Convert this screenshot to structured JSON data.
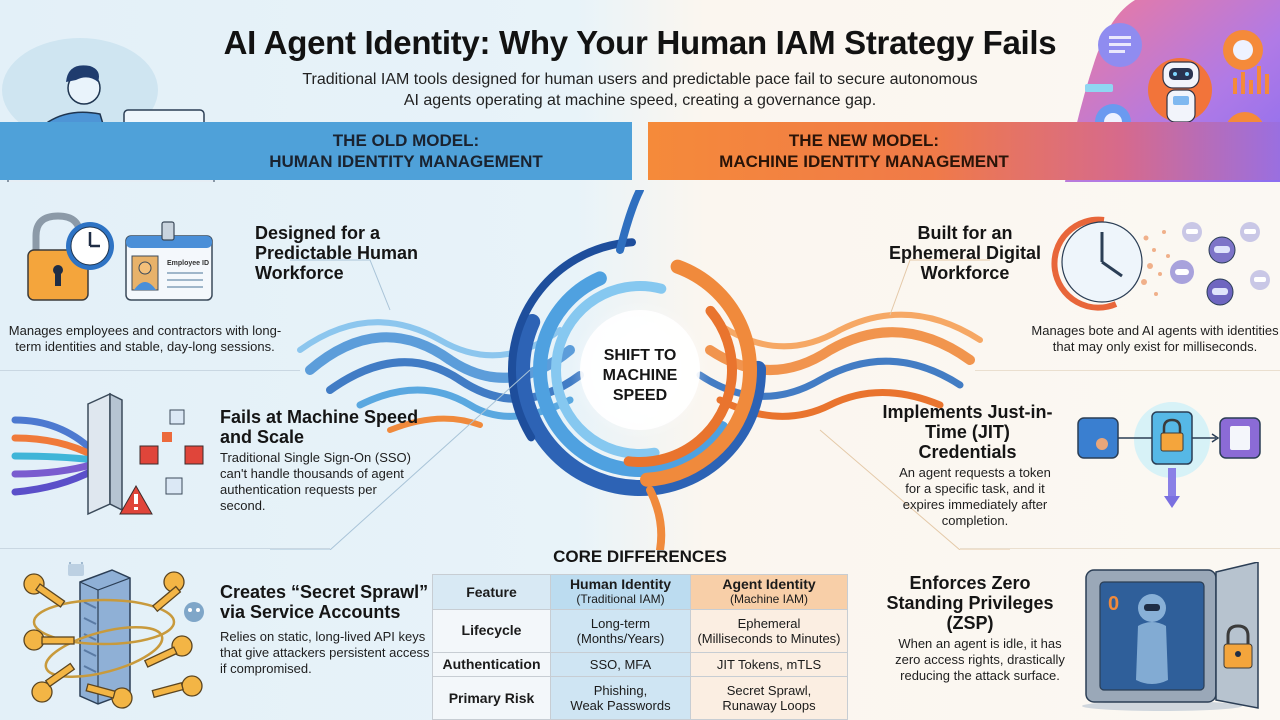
{
  "header": {
    "title": "AI Agent Identity: Why Your Human IAM Strategy Fails",
    "subtitle_line1": "Traditional IAM tools designed for human users and predictable pace fail to secure autonomous",
    "subtitle_line2": "AI agents operating at machine speed, creating a governance gap."
  },
  "banners": {
    "old": {
      "line1": "THE OLD MODEL:",
      "line2": "HUMAN IDENTITY MANAGEMENT",
      "color": "#4fa1d9"
    },
    "new": {
      "line1": "THE NEW MODEL:",
      "line2": "MACHINE IDENTITY MANAGEMENT",
      "color": "#f58a3a"
    }
  },
  "old_model": [
    {
      "icon": "padlock-clock-id-badge",
      "badge_label": "Employee ID",
      "heading": "Designed for a Predictable Human Workforce",
      "description": "Manages employees and contractors with long-term identities and stable, day-long sessions."
    },
    {
      "icon": "overloaded-gateway-warning",
      "heading": "Fails at Machine Speed and Scale",
      "description": "Traditional Single Sign-On (SSO) can't handle thousands of agent authentication requests per second."
    },
    {
      "icon": "server-tangled-keys",
      "heading": "Creates “Secret Sprawl” via Service Accounts",
      "description": "Relies on static, long-lived API keys that give attackers persistent access if compromised."
    }
  ],
  "new_model": [
    {
      "icon": "dissolving-clock-robots",
      "heading": "Built for an Ephemeral Digital Workforce",
      "description": "Manages bote and AI agents with identities that may only exist for milliseconds."
    },
    {
      "icon": "jit-token-flow",
      "heading": "Implements Just-in-Time (JIT) Credentials",
      "description": "An agent requests a token for a specific task, and it expires immediately after completion."
    },
    {
      "icon": "vault-robot-lock",
      "vault_digit": "0",
      "heading": "Enforces Zero Standing Privileges (ZSP)",
      "description": "When an agent is idle, it has zero access rights, drastically reducing the attack surface."
    }
  ],
  "center": {
    "label_line1": "SHIFT TO",
    "label_line2": "MACHINE",
    "label_line3": "SPEED"
  },
  "core_differences": {
    "title": "CORE DIFFERENCES",
    "headers": [
      {
        "main": "Feature",
        "sub": ""
      },
      {
        "main": "Human Identity",
        "sub": "(Traditional IAM)"
      },
      {
        "main": "Agent Identity",
        "sub": "(Machine IAM)"
      }
    ],
    "rows": [
      {
        "feature": "Lifecycle",
        "human": "Long-term",
        "human_sub": "(Months/Years)",
        "agent": "Ephemeral",
        "agent_sub": "(Milliseconds to Minutes)"
      },
      {
        "feature": "Authentication",
        "human": "SSO, MFA",
        "human_sub": "",
        "agent": "JIT Tokens, mTLS",
        "agent_sub": ""
      },
      {
        "feature": "Primary Risk",
        "human": "Phishing,",
        "human_sub": "Weak Passwords",
        "agent": "Secret Sprawl,",
        "agent_sub": "Runaway Loops"
      }
    ]
  },
  "colors": {
    "human_blue": "#4fa1d9",
    "machine_orange": "#f58a3a",
    "machine_purple": "#9a6fe0"
  }
}
